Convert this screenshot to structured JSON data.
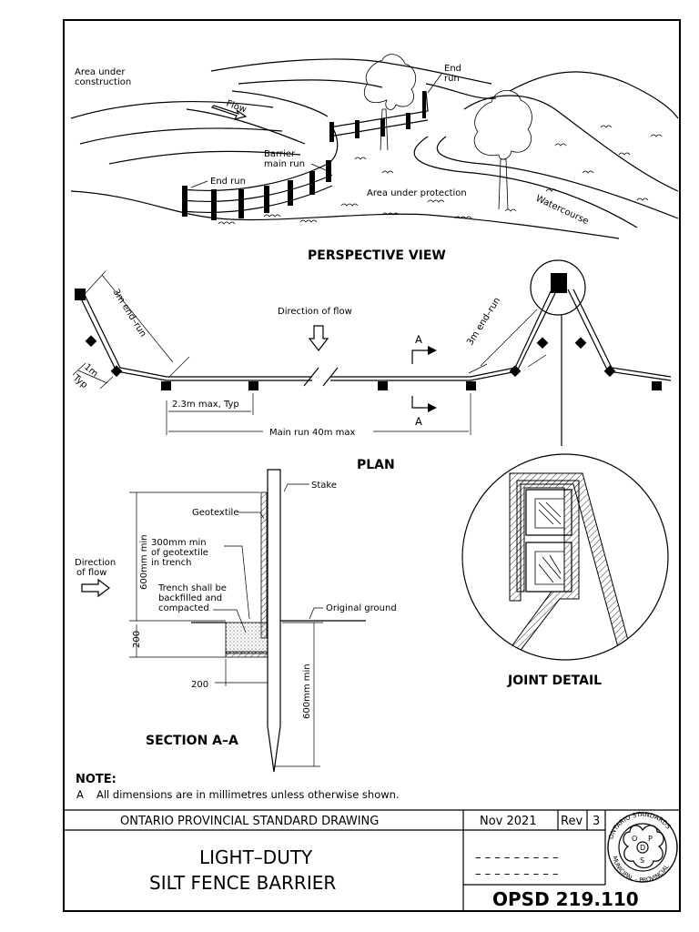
{
  "perspective": {
    "area_construction": [
      "Area under",
      "construction"
    ],
    "flow": "Flow",
    "end_run_top": [
      "End",
      "run"
    ],
    "barrier_main_run": [
      "Barrier",
      "main run"
    ],
    "end_run_left": "End run",
    "area_protection": "Area under protection",
    "watercourse": "Watercourse",
    "view_title": "PERSPECTIVE VIEW"
  },
  "plan": {
    "end_run_left": "3m end–run",
    "end_run_right": "3m end–run",
    "one_m": "1m",
    "typ": "Typ",
    "direction_of_flow": "Direction of flow",
    "section_a": "A",
    "spacing": "2.3m max, Typ",
    "main_run": "Main run 40m max",
    "title": "PLAN"
  },
  "section": {
    "stake": "Stake",
    "geotextile": "Geotextile",
    "dim_600_top": "600mm  min",
    "geotextile_trench": [
      "300mm min",
      "of geotextile",
      "in trench"
    ],
    "direction": [
      "Direction",
      "of flow"
    ],
    "trench_note": [
      "Trench shall be",
      "backfilled and",
      "compacted"
    ],
    "original_ground": "Original ground",
    "dim_200_v": "200",
    "dim_200_h": "200",
    "dim_600_bottom": "600mm  min",
    "title": "SECTION A–A"
  },
  "joint": {
    "title": "JOINT DETAIL"
  },
  "note": {
    "label": "NOTE:",
    "item_letter": "A",
    "item_text": "All dimensions are in millimetres unless otherwise shown."
  },
  "title_block": {
    "header": "ONTARIO PROVINCIAL STANDARD DRAWING",
    "date": "Nov 2021",
    "rev_label": "Rev",
    "rev_number": "3",
    "title_line1": "LIGHT–DUTY",
    "title_line2": "SILT FENCE BARRIER",
    "dashes": "– – – – – – – – –",
    "drawing_number": "OPSD  219.110",
    "seal_text_top": "ONTARIO STANDARDS",
    "seal_text_bottom": "MUNICIPAL – PROVINCIAL",
    "seal_letters": [
      "O",
      "P",
      "S",
      "D"
    ]
  }
}
